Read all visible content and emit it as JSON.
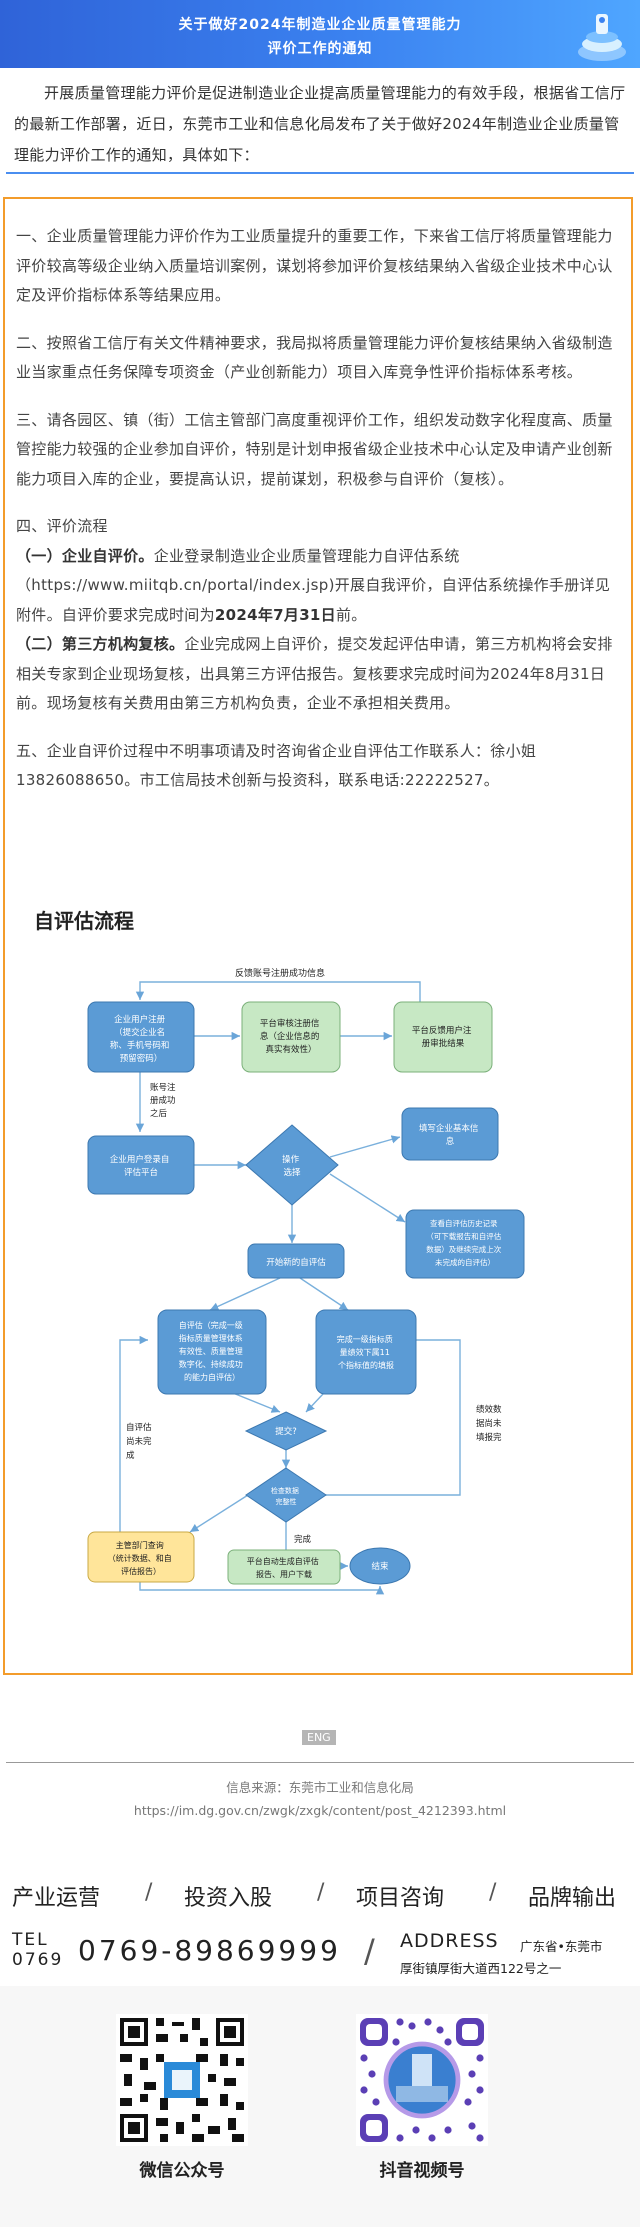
{
  "header": {
    "title_line1": "关于做好2024年制造业企业质量管理能力",
    "title_line2": "评价工作的通知"
  },
  "intro": "开展质量管理能力评价是促进制造业企业提高质量管理能力的有效手段，根据省工信厅的最新工作部署，近日，东莞市工业和信息化局发布了关于做好2024年制造业企业质量管理能力评价工作的通知，具体如下：",
  "body": {
    "p1": "一、企业质量管理能力评价作为工业质量提升的重要工作，下来省工信厅将质量管理能力评价较高等级企业纳入质量培训案例，谋划将参加评价复核结果纳入省级企业技术中心认定及评价指标体系等结果应用。",
    "p2": "二、按照省工信厅有关文件精神要求，我局拟将质量管理能力评价复核结果纳入省级制造业当家重点任务保障专项资金（产业创新能力）项目入库竞争性评价指标体系考核。",
    "p3": "三、请各园区、镇（街）工信主管部门高度重视评价工作，组织发动数字化程度高、质量管控能力较强的企业参加自评价，特别是计划申报省级企业技术中心认定及申请产业创新能力项目入库的企业，要提高认识，提前谋划，积极参与自评价（复核）。",
    "p4_title": "四、评价流程",
    "step1_label": "（一）企业自评价。",
    "step1_text_a": "企业登录制造业企业质量管理能力自评估系统（https://www.miitqb.cn/portal/index.jsp)开展自我评价，自评估系统操作手册详见附件。自评价要求完成时间为",
    "step1_deadline": "2024年7月31日",
    "step1_text_b": "前。",
    "step2_label": "（二）第三方机构复核。",
    "step2_text": "企业完成网上自评价，提交发起评估申请，第三方机构将会安排相关专家到企业现场复核，出具第三方评估报告。复核要求完成时间为2024年8月31日前。现场复核有关费用由第三方机构负责，企业不承担相关费用。",
    "p5": "五、企业自评价过程中不明事项请及时咨询省企业自评估工作联系人：徐小姐13826088650。市工信局技术创新与投资科，联系电话:22222527。"
  },
  "flowchart": {
    "title": "自评估流程",
    "top_feedback": "反馈账号注册成功信息",
    "n_register": [
      "企业用户注册",
      "（提交企业名",
      "称、手机号码和",
      "预留密码）"
    ],
    "n_platform_review": [
      "平台审核注册信",
      "息（企业信息的",
      "真实有效性）"
    ],
    "n_platform_feedback": [
      "平台反馈用户注",
      "册审批结果"
    ],
    "lbl_after_register": [
      "账号注",
      "册成功",
      "之后"
    ],
    "n_login": [
      "企业用户登录自",
      "评估平台"
    ],
    "n_operate": [
      "操作",
      "选择"
    ],
    "n_fill_info": [
      "填写企业基本信",
      "息"
    ],
    "n_history": [
      "查看自评估历史记录",
      "（可下载报告和自评估",
      "数据）及继续完成上次",
      "未完成的自评估）"
    ],
    "n_start": "开始新的自评估",
    "n_self_eval": [
      "自评估（完成一级",
      "指标质量管理体系",
      "有效性、质量管理",
      "数字化、持续成功",
      "的能力自评估）"
    ],
    "n_perf_eval": [
      "完成一级指标质",
      "量绩效下属11",
      "个指标值的填报"
    ],
    "n_submit": "提交?",
    "n_check": [
      "检查数据",
      "完整性"
    ],
    "lbl_incomplete": [
      "自评估",
      "尚未完",
      "成"
    ],
    "lbl_perf_missing": [
      "绩效数",
      "据尚未",
      "填报完"
    ],
    "lbl_complete": "完成",
    "n_dept_query": [
      "主管部门查询",
      "（统计数据、和自",
      "评估报告）"
    ],
    "n_report": [
      "平台自动生成自评估",
      "报告、用户下载"
    ],
    "n_end": "结束"
  },
  "footer": {
    "eng": "ENG",
    "source": "信息来源：东莞市工业和信息化局",
    "source_url": "https://im.dg.gov.cn/zwgk/zxgk/content/post_4212393.html",
    "nav": [
      "产业运营",
      "投资入股",
      "项目咨询",
      "品牌输出"
    ],
    "nav_sep": "/",
    "tel_label_1": "TEL",
    "tel_label_2": "0769",
    "tel_number": "0769-89869999",
    "address_label": "ADDRESS",
    "address_line1": "广东省•东莞市",
    "address_line2": "厚街镇厚街大道西122号之一",
    "qr_wechat_label": "微信公众号",
    "qr_douyin_label": "抖音视频号"
  },
  "colors": {
    "banner": "#3b82f0",
    "box_border": "#f39c2b",
    "flow_blue": "#5b9bd5",
    "flow_green": "#c7e8c4",
    "flow_yellow": "#ffe59a"
  }
}
